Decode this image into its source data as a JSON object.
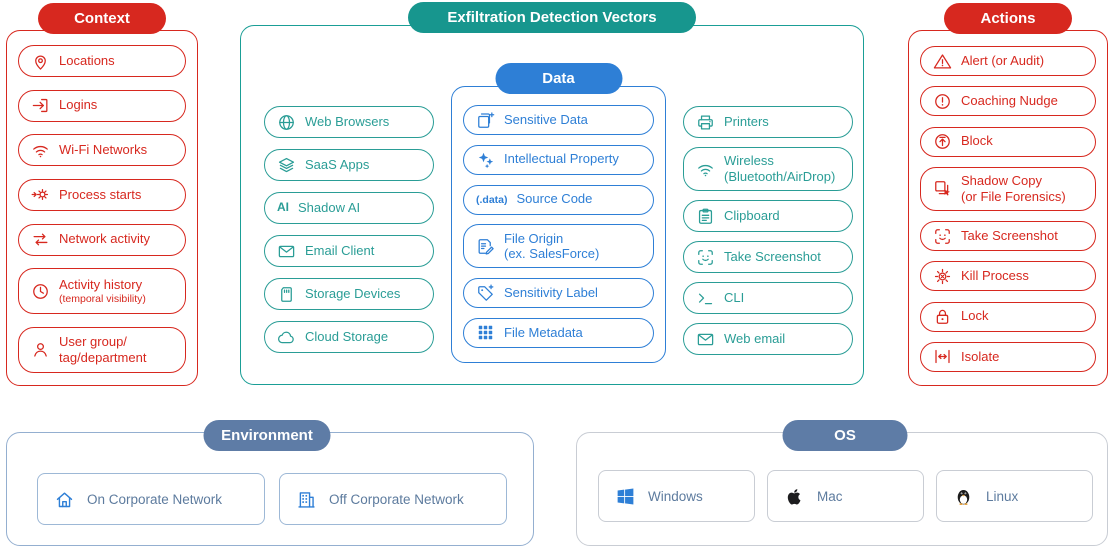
{
  "titles": {
    "context": "Context",
    "vectors": "Exfiltration Detection Vectors",
    "data": "Data",
    "actions": "Actions",
    "environment": "Environment",
    "os": "OS"
  },
  "colors": {
    "red": "#d7281f",
    "teal": "#1a9e96",
    "blue": "#2e7fd6",
    "slate": "#5e7ca6"
  },
  "context": {
    "items": [
      {
        "label": "Locations",
        "icon": "location-pin-icon"
      },
      {
        "label": "Logins",
        "icon": "login-icon"
      },
      {
        "label": "Wi-Fi Networks",
        "icon": "wifi-icon"
      },
      {
        "label": "Process starts",
        "icon": "process-start-icon"
      },
      {
        "label": "Network activity",
        "icon": "network-activity-icon"
      },
      {
        "label": "Activity history",
        "sublabel": "(temporal visibility)",
        "icon": "clock-icon"
      },
      {
        "label": "User group/",
        "sublabel": "tag/department",
        "icon": "user-icon"
      }
    ]
  },
  "vectors": {
    "channels": [
      {
        "label": "Web Browsers",
        "icon": "globe-icon"
      },
      {
        "label": "SaaS Apps",
        "icon": "layers-icon"
      },
      {
        "label": "Shadow AI",
        "icon": "ai-text-icon",
        "icon_text": "AI"
      },
      {
        "label": "Email Client",
        "icon": "envelope-icon"
      },
      {
        "label": "Storage Devices",
        "icon": "storage-device-icon"
      },
      {
        "label": "Cloud Storage",
        "icon": "cloud-icon"
      }
    ],
    "data_items": [
      {
        "label": "Sensitive Data",
        "icon": "document-plus-icon"
      },
      {
        "label": "Intellectual Property",
        "icon": "sparkles-icon"
      },
      {
        "label": "Source Code",
        "icon": "data-text-icon",
        "icon_text": "(.data)"
      },
      {
        "label": "File Origin",
        "sublabel": "(ex. SalesForce)",
        "icon": "file-edit-icon"
      },
      {
        "label": "Sensitivity Label",
        "icon": "label-tag-icon"
      },
      {
        "label": "File Metadata",
        "icon": "metadata-grid-icon"
      }
    ],
    "egress": [
      {
        "label": "Printers",
        "icon": "printer-icon"
      },
      {
        "label": "Wireless",
        "sublabel": "(Bluetooth/AirDrop)",
        "icon": "wireless-icon"
      },
      {
        "label": "Clipboard",
        "icon": "clipboard-icon"
      },
      {
        "label": "Take Screenshot",
        "icon": "screenshot-icon"
      },
      {
        "label": "CLI",
        "icon": "cli-icon"
      },
      {
        "label": "Web email",
        "icon": "web-email-icon"
      }
    ]
  },
  "actions": {
    "items": [
      {
        "label": "Alert (or Audit)",
        "icon": "alert-triangle-icon"
      },
      {
        "label": "Coaching Nudge",
        "icon": "coaching-nudge-icon"
      },
      {
        "label": "Block",
        "icon": "block-icon"
      },
      {
        "label": "Shadow Copy",
        "sublabel": "(or File Forensics)",
        "icon": "shadow-copy-icon"
      },
      {
        "label": "Take Screenshot",
        "icon": "screenshot-icon"
      },
      {
        "label": "Kill Process",
        "icon": "kill-process-icon"
      },
      {
        "label": "Lock",
        "icon": "lock-icon"
      },
      {
        "label": "Isolate",
        "icon": "isolate-icon"
      }
    ]
  },
  "environment": {
    "items": [
      {
        "label": "On Corporate Network",
        "icon": "house-icon"
      },
      {
        "label": "Off Corporate Network",
        "icon": "office-building-icon"
      }
    ]
  },
  "os": {
    "items": [
      {
        "label": "Windows",
        "icon": "windows-logo-icon"
      },
      {
        "label": "Mac",
        "icon": "apple-logo-icon"
      },
      {
        "label": "Linux",
        "icon": "linux-tux-icon"
      }
    ]
  }
}
